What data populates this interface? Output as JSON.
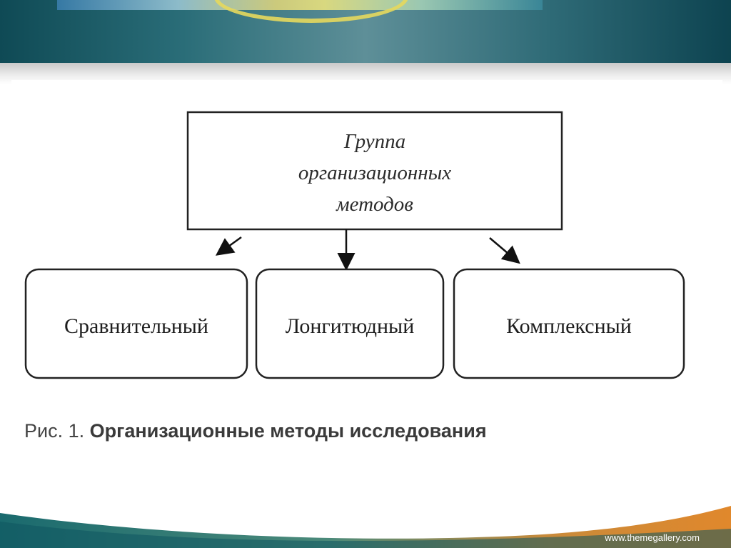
{
  "diagram": {
    "top_node": {
      "lines": [
        "Группа",
        "организационных",
        "методов"
      ]
    },
    "children": [
      {
        "label": "Сравнительный"
      },
      {
        "label": "Лонгитюдный"
      },
      {
        "label": "Комплексный"
      }
    ]
  },
  "caption": {
    "prefix": "Рис. 1. ",
    "title": "Организационные методы исследования"
  },
  "footer": {
    "url": "www.themegallery.com"
  },
  "colors": {
    "header_teal": "#1f5e6a",
    "footer_orange": "#e0882c",
    "footer_teal": "#1a6a6e"
  }
}
